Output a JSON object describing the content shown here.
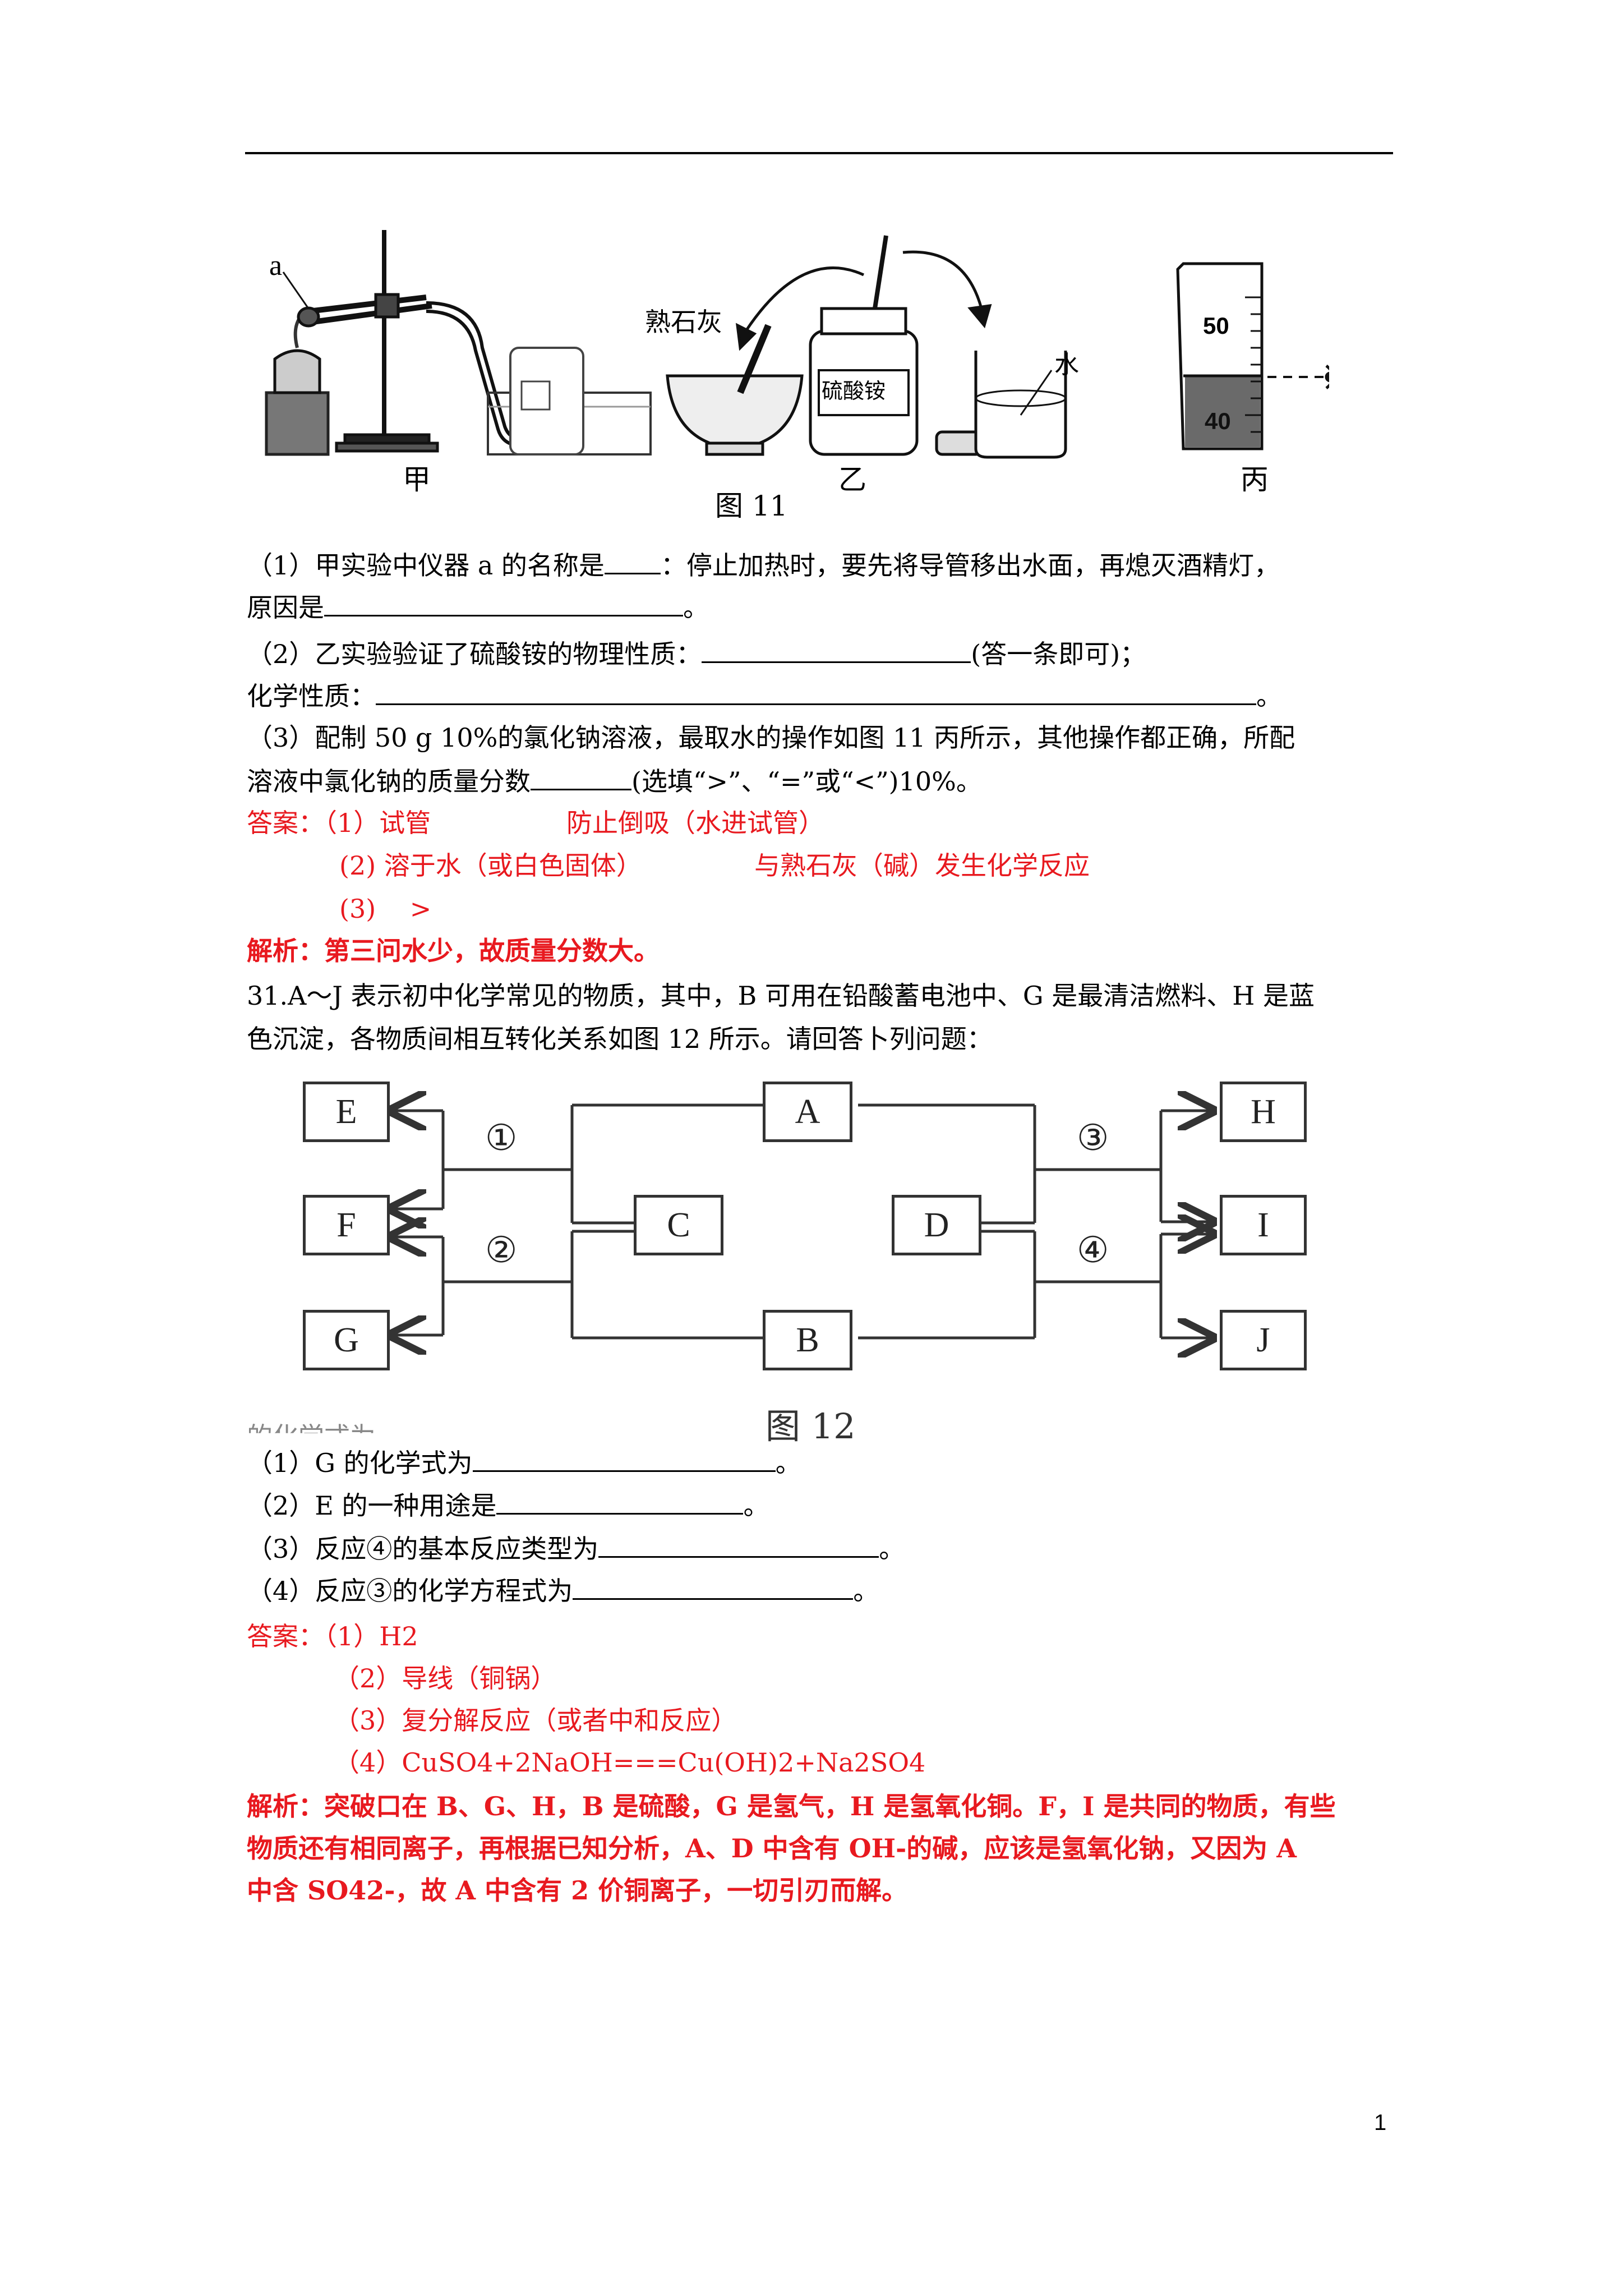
{
  "figure11": {
    "label_a": "a",
    "label_shishihui": "熟石灰",
    "label_liusuanan": "硫酸铵",
    "label_shui": "水",
    "label_50": "50",
    "label_40": "40",
    "sub_jia": "甲",
    "sub_yi": "乙",
    "sub_bing": "丙",
    "caption": "图 11"
  },
  "q30": {
    "line1_a": "（1）甲实验中仪器 a 的名称是",
    "line1_b": "：停止加热时，要先将导管移出水面，再熄灭酒精灯，",
    "line2_a": "原因是",
    "line2_b": "。",
    "line3_a": "（2）乙实验验证了硫酸铵的物理性质：",
    "line3_b": "(答一条即可)；",
    "line4_a": "化学性质：",
    "line4_b": "。",
    "line5": "（3）配制 50 g 10%的氯化钠溶液，最取水的操作如图 11 丙所示，其他操作都正确，所配",
    "line6_a": "溶液中氯化钠的质量分数",
    "line6_b": "(选填“>”、“=”或“<”)10%。"
  },
  "ans30": {
    "line1_a": "答案：（1）试管",
    "line1_b": "防止倒吸（水进试管）",
    "line2_a": "(2) 溶于水（或白色固体）",
    "line2_b": "与熟石灰（碱）发生化学反应",
    "line3": "(3)　 >",
    "analysis": "解析：第三问水少，故质量分数大。"
  },
  "q31": {
    "line1": "31.A～J 表示初中化学常见的物质，其中，B 可用在铅酸蓄电池中、G 是最清洁燃料、H 是蓝",
    "line2": "色沉淀，各物质间相互转化关系如图 12 所示。请回答卜列问题："
  },
  "figure12": {
    "boxes": {
      "E": "E",
      "F": "F",
      "G": "G",
      "A": "A",
      "C": "C",
      "B": "B",
      "D": "D",
      "H": "H",
      "I": "I",
      "J": "J"
    },
    "circle1": "①",
    "circle2": "②",
    "circle3": "③",
    "circle4": "④",
    "caption": "图 12",
    "cut_text": "的化学式为"
  },
  "q31parts": {
    "p1_a": "（1）G 的化学式为",
    "p1_b": "。",
    "p2_a": "（2）E 的一种用途是",
    "p2_b": "。",
    "p3_a": "（3）反应④的基本反应类型为",
    "p3_b": "。",
    "p4_a": "（4）反应③的化学方程式为",
    "p4_b": "。"
  },
  "ans31": {
    "line1": "答案：（1）H2",
    "line2": "（2）导线（铜锅）",
    "line3": "（3）复分解反应（或者中和反应）",
    "line4": "（4）CuSO4+2NaOH===Cu(OH)2+Na2SO4",
    "analysis1": "解析：突破口在 B、G、H，B 是硫酸，G 是氢气，H 是氢氧化铜。F，I 是共同的物质，有些",
    "analysis2": "物质还有相同离子，再根据已知分析，A、D 中含有 OH-的碱，应该是氢氧化钠，又因为 A",
    "analysis3": "中含 SO42-，故 A 中含有 2 价铜离子，一切引刃而解。"
  },
  "page_number": "1"
}
